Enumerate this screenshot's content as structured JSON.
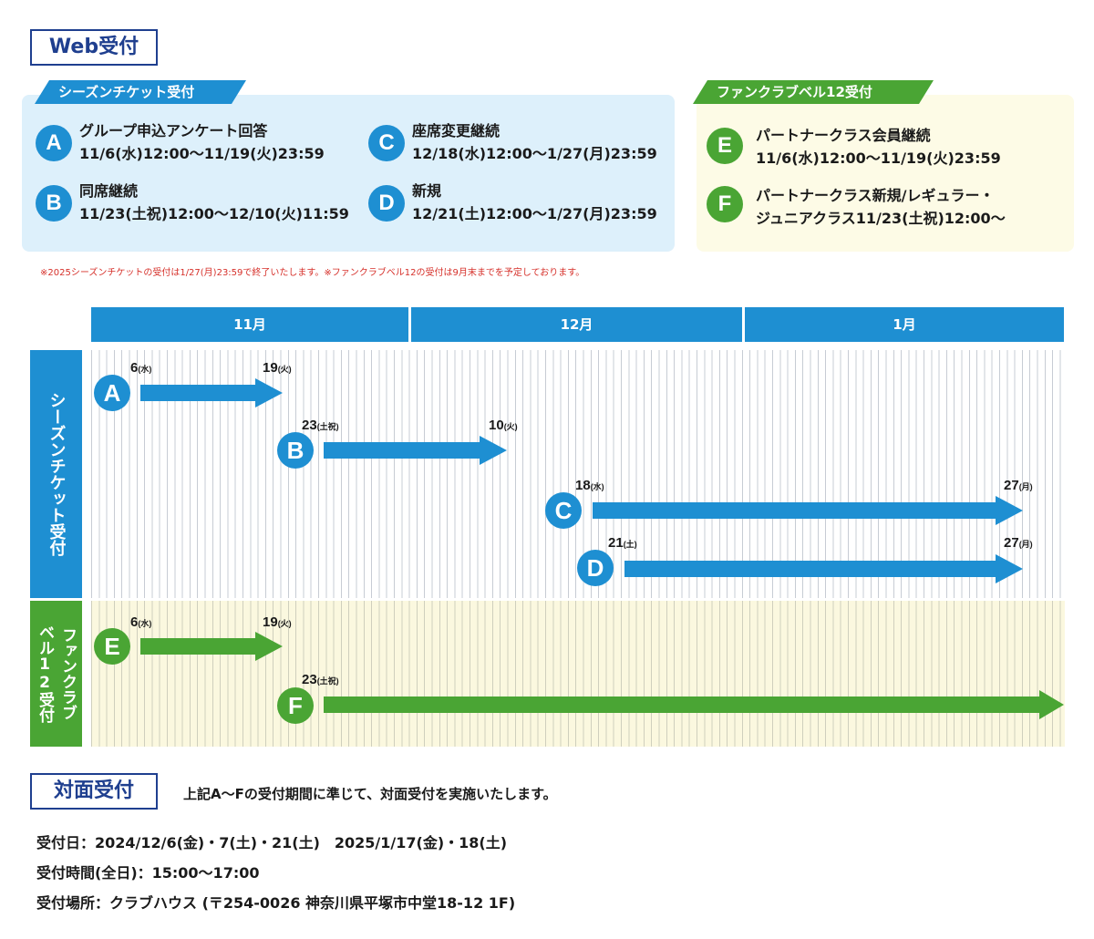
{
  "web": {
    "title": "Web受付",
    "season_tag": "シーズンチケット受付",
    "fan_tag": "ファンクラブベル12受付",
    "items": [
      {
        "letter": "A",
        "name": "グループ申込アンケート回答",
        "period": "11/6(水)12:00〜11/19(火)23:59"
      },
      {
        "letter": "B",
        "name": "同席継続",
        "period": "11/23(土祝)12:00〜12/10(火)11:59"
      },
      {
        "letter": "C",
        "name": "座席変更継続",
        "period": "12/18(水)12:00〜1/27(月)23:59"
      },
      {
        "letter": "D",
        "name": "新規",
        "period": "12/21(土)12:00〜1/27(月)23:59"
      },
      {
        "letter": "E",
        "name": "パートナークラス会員継続",
        "period": "11/6(水)12:00〜11/19(火)23:59"
      },
      {
        "letter": "F",
        "name": "パートナークラス新規/レギュラー・",
        "period": "ジュニアクラス11/23(土祝)12:00〜"
      }
    ],
    "note": "※2025シーズンチケットの受付は1/27(月)23:59で終了いたします。※ファンクラブベル12の受付は9月末までを予定しております。"
  },
  "timeline": {
    "months": [
      "11月",
      "12月",
      "1月"
    ],
    "season_label": "シーズンチケット受付",
    "fan_label": "ファンクラブベル12受付",
    "fan_label_line1": "ファンクラブ",
    "fan_label_line2": "ベル12受付",
    "bars": [
      {
        "letter": "A",
        "start": "6",
        "start_dow": "(水)",
        "end": "19",
        "end_dow": "(火)"
      },
      {
        "letter": "B",
        "start": "23",
        "start_dow": "(土祝)",
        "end": "10",
        "end_dow": "(火)"
      },
      {
        "letter": "C",
        "start": "18",
        "start_dow": "(水)",
        "end": "27",
        "end_dow": "(月)"
      },
      {
        "letter": "D",
        "start": "21",
        "start_dow": "(土)",
        "end": "27",
        "end_dow": "(月)"
      },
      {
        "letter": "E",
        "start": "6",
        "start_dow": "(水)",
        "end": "19",
        "end_dow": "(火)"
      },
      {
        "letter": "F",
        "start": "23",
        "start_dow": "(土祝)"
      }
    ]
  },
  "counter": {
    "title": "対面受付",
    "desc": "上記A〜Fの受付期間に準じて、対面受付を実施いたします。",
    "dates": "受付日：2024/12/6(金)・7(土)・21(土)　2025/1/17(金)・18(土)",
    "hours": "受付時間(全日)：15:00〜17:00",
    "place": "受付場所：クラブハウス (〒254-0026 神奈川県平塚市中堂18-12 1F)"
  },
  "colors": {
    "blue": "#1e8fd2",
    "green": "#4aa534",
    "navy": "#1f3f8f",
    "note_red": "#d6302a"
  }
}
